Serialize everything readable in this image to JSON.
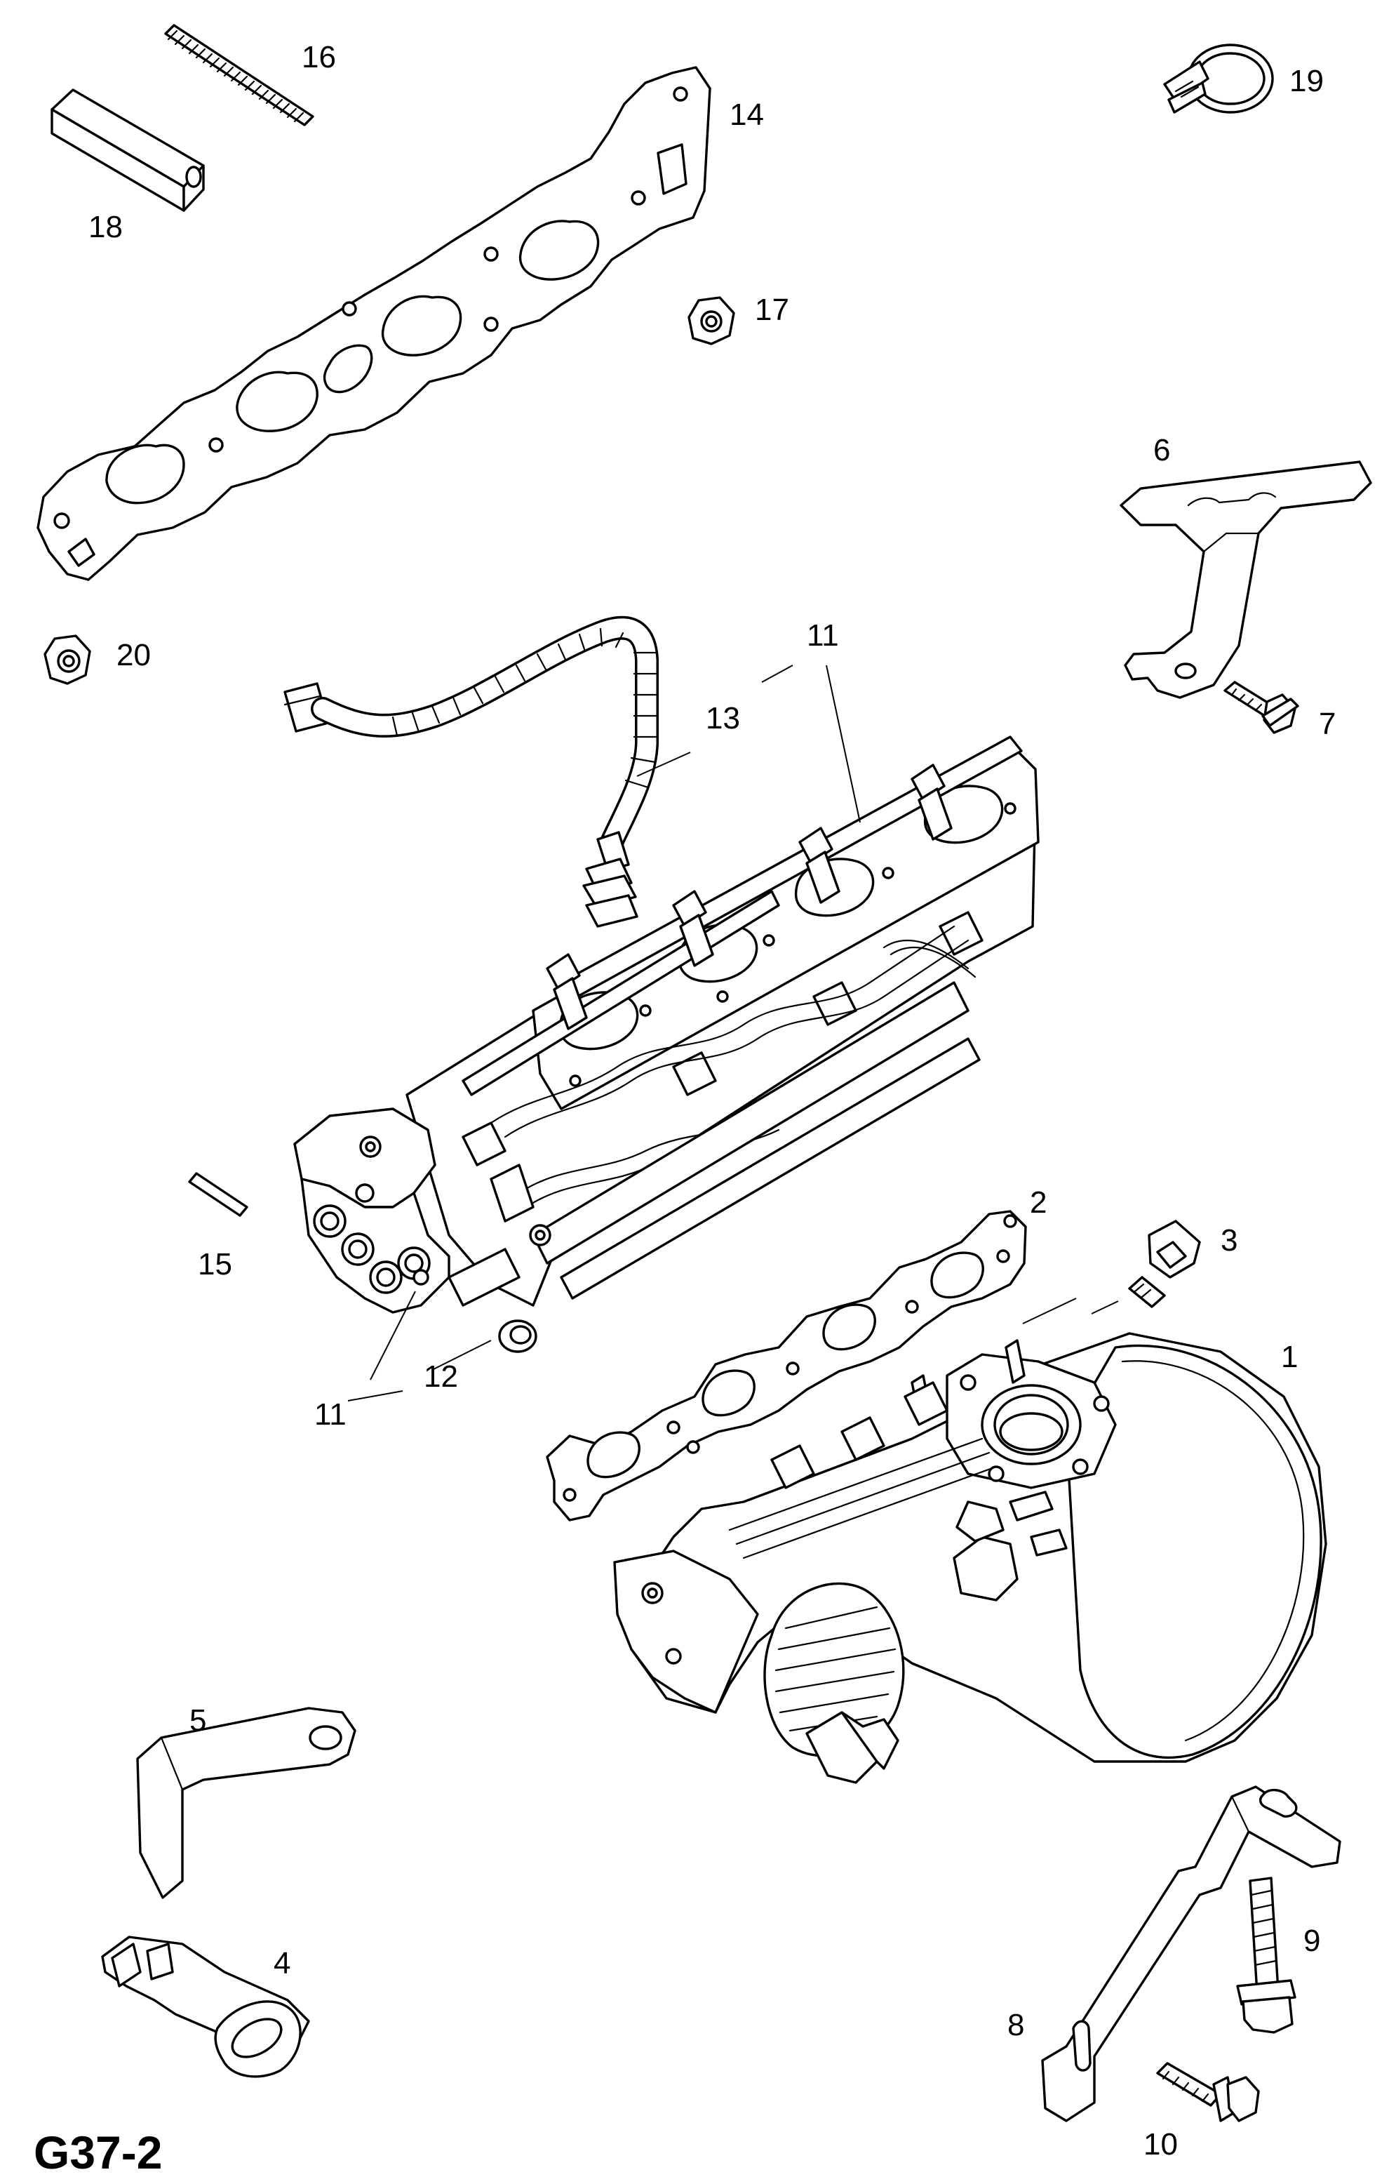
{
  "diagram": {
    "code": "G37-2",
    "callouts": [
      {
        "id": "1",
        "text": "1"
      },
      {
        "id": "2",
        "text": "2"
      },
      {
        "id": "3",
        "text": "3"
      },
      {
        "id": "4",
        "text": "4"
      },
      {
        "id": "5",
        "text": "5"
      },
      {
        "id": "6",
        "text": "6"
      },
      {
        "id": "7",
        "text": "7"
      },
      {
        "id": "8",
        "text": "8"
      },
      {
        "id": "9",
        "text": "9"
      },
      {
        "id": "10",
        "text": "10"
      },
      {
        "id": "11a",
        "text": "11"
      },
      {
        "id": "11b",
        "text": "11"
      },
      {
        "id": "12",
        "text": "12"
      },
      {
        "id": "13",
        "text": "13"
      },
      {
        "id": "14",
        "text": "14"
      },
      {
        "id": "15",
        "text": "15"
      },
      {
        "id": "16",
        "text": "16"
      },
      {
        "id": "17",
        "text": "17"
      },
      {
        "id": "18",
        "text": "18"
      },
      {
        "id": "19",
        "text": "19"
      },
      {
        "id": "20",
        "text": "20"
      }
    ]
  }
}
